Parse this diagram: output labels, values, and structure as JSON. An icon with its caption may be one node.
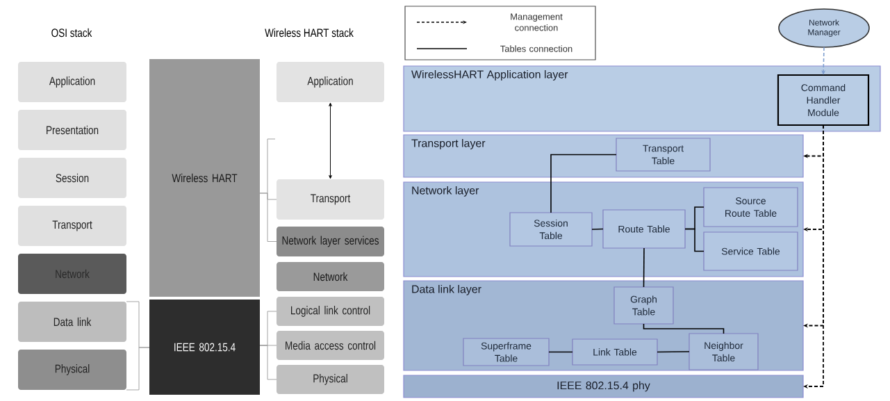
{
  "diagram": {
    "nodes": [
      {
        "text": [
          "Application"
        ]
      },
      {
        "text": [
          "Presentation"
        ]
      },
      {
        "text": [
          "Session"
        ]
      },
      {
        "text": [
          "Transport"
        ]
      },
      {
        "text": [
          "Network"
        ]
      },
      {
        "text": [
          "Data link"
        ]
      },
      {
        "text": [
          "Physical"
        ]
      },
      {
        "text": [
          "Wireless HART"
        ]
      },
      {
        "text": [
          "IEEE 802.15.4"
        ]
      },
      {
        "text": [
          "Application"
        ]
      },
      {
        "text": [
          "Transport"
        ]
      },
      {
        "text": [
          "Network layer services"
        ]
      },
      {
        "text": [
          "Network"
        ]
      },
      {
        "text": [
          "Logical link control"
        ]
      },
      {
        "text": [
          "Media access control"
        ]
      },
      {
        "text": [
          "Physical"
        ]
      },
      {
        "text": [
          "Network Manager"
        ]
      },
      {
        "text": [
          "WirelessHART Application layer"
        ]
      },
      {
        "text": [
          "Command Handler Module"
        ],
        "in": 17
      },
      {
        "text": [
          "Transport layer"
        ]
      },
      {
        "text": [
          "Transport Table"
        ],
        "in": 19
      },
      {
        "text": [
          "Network layer"
        ]
      },
      {
        "text": [
          "Session Table"
        ],
        "in": 21
      },
      {
        "text": [
          "Route Table"
        ],
        "in": 21
      },
      {
        "text": [
          "Source Route Table"
        ],
        "in": 21
      },
      {
        "text": [
          "Service Table"
        ],
        "in": 21
      },
      {
        "text": [
          "Data link layer"
        ]
      },
      {
        "text": [
          "Graph Table"
        ],
        "in": 26
      },
      {
        "text": [
          "Superframe Table"
        ],
        "in": 26
      },
      {
        "text": [
          "Link Table"
        ],
        "in": 26
      },
      {
        "text": [
          "Neighbor Table"
        ],
        "in": 26
      },
      {
        "text": [
          "IEEE 802.15.4 phy"
        ]
      }
    ],
    "edges": [
      {
        "from": 9,
        "to": 10,
        "arrow": "both"
      },
      {
        "from": 5,
        "to": 8,
        "arrow": "none",
        "color": "#9a9a9a"
      },
      {
        "from": 6,
        "to": 8,
        "arrow": "none",
        "color": "#9a9a9a"
      },
      {
        "from": 7,
        "to": 10,
        "arrow": "none",
        "color": "#9a9a9a"
      },
      {
        "from": 7,
        "to": 11,
        "arrow": "none",
        "color": "#9a9a9a"
      },
      {
        "from": 8,
        "to": 13,
        "arrow": "none",
        "color": "#9a9a9a"
      },
      {
        "from": 8,
        "to": 14,
        "arrow": "none",
        "color": "#9a9a9a"
      },
      {
        "from": 8,
        "to": 15,
        "arrow": "none",
        "color": "#9a9a9a"
      },
      {
        "from": 16,
        "to": 18,
        "arrow": "to",
        "style": "dashed",
        "color": "#7f9fd0"
      },
      {
        "from": 18,
        "to": 19,
        "arrow": "to",
        "style": "dashed"
      },
      {
        "from": 18,
        "to": 21,
        "arrow": "to",
        "style": "dashed"
      },
      {
        "from": 18,
        "to": 26,
        "arrow": "to",
        "style": "dashed"
      },
      {
        "from": 18,
        "to": 31,
        "arrow": "to",
        "style": "dashed"
      },
      {
        "from": 20,
        "to": 22,
        "arrow": "none"
      },
      {
        "from": 22,
        "to": 23,
        "arrow": "none"
      },
      {
        "from": 23,
        "to": 24,
        "arrow": "none"
      },
      {
        "from": 23,
        "to": 25,
        "arrow": "none"
      },
      {
        "from": 23,
        "to": 27,
        "arrow": "none"
      },
      {
        "from": 27,
        "to": 30,
        "arrow": "none"
      },
      {
        "from": 28,
        "to": 29,
        "arrow": "none"
      },
      {
        "from": 29,
        "to": 30,
        "arrow": "none"
      }
    ],
    "labels": [
      "OSI stack",
      "Wireless HART stack"
    ],
    "legend": [
      {
        "text": "Management connection"
      },
      {
        "text": "Tables connection"
      }
    ]
  }
}
